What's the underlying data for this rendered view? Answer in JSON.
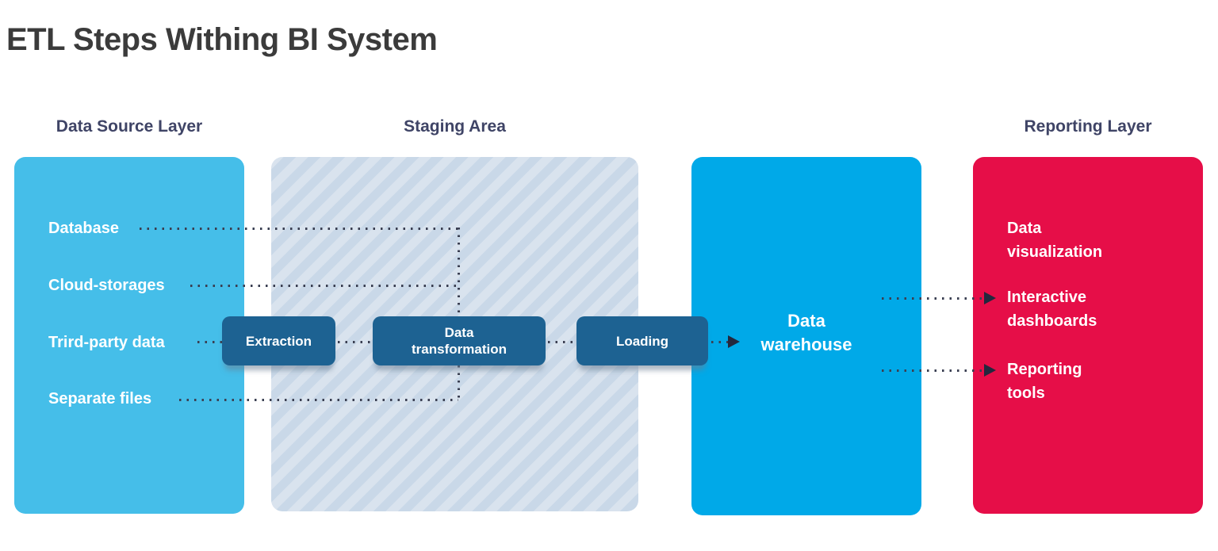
{
  "title": "ETL Steps Withing BI System",
  "headers": {
    "source": "Data Source Layer",
    "staging": "Staging Area",
    "reporting": "Reporting Layer"
  },
  "source_layer": {
    "items": [
      {
        "label": "Database"
      },
      {
        "label": "Cloud-storages"
      },
      {
        "label": "Trird-party data"
      },
      {
        "label": "Separate files"
      }
    ]
  },
  "staging_area": {
    "steps": [
      {
        "label": "Extraction"
      },
      {
        "label": "Data transformation"
      },
      {
        "label": "Loading"
      }
    ]
  },
  "warehouse": {
    "label": "Data warehouse"
  },
  "reporting_layer": {
    "items": [
      {
        "label": "Data visualization"
      },
      {
        "label": "Interactive dashboards"
      },
      {
        "label": "Reporting tools"
      }
    ]
  },
  "connections": [
    {
      "from": "Database",
      "to": "Data transformation",
      "style": "dotted"
    },
    {
      "from": "Cloud-storages",
      "to": "Data transformation",
      "style": "dotted"
    },
    {
      "from": "Trird-party data",
      "to": "Extraction",
      "style": "dotted"
    },
    {
      "from": "Separate files",
      "to": "Data transformation",
      "style": "dotted"
    },
    {
      "from": "Extraction",
      "to": "Data transformation",
      "style": "dotted"
    },
    {
      "from": "Data transformation",
      "to": "Loading",
      "style": "dotted"
    },
    {
      "from": "Loading",
      "to": "Data warehouse",
      "style": "dotted-arrow"
    },
    {
      "from": "Data warehouse",
      "to": "Interactive dashboards",
      "style": "dotted-arrow"
    },
    {
      "from": "Data warehouse",
      "to": "Reporting tools",
      "style": "dotted-arrow"
    }
  ],
  "colors": {
    "source_box": "#45BEE9",
    "staging_stripe_light": "#D9E3EE",
    "staging_stripe_dark": "#C9D8E8",
    "warehouse_box": "#00A9E8",
    "reporting_box": "#E60E48",
    "step_button": "#1D6292",
    "title_text": "#3B3B3B",
    "header_text": "#3F4466",
    "connector": "#3A3F52",
    "arrowhead": "#23283E",
    "node_text": "#FFFFFF"
  }
}
